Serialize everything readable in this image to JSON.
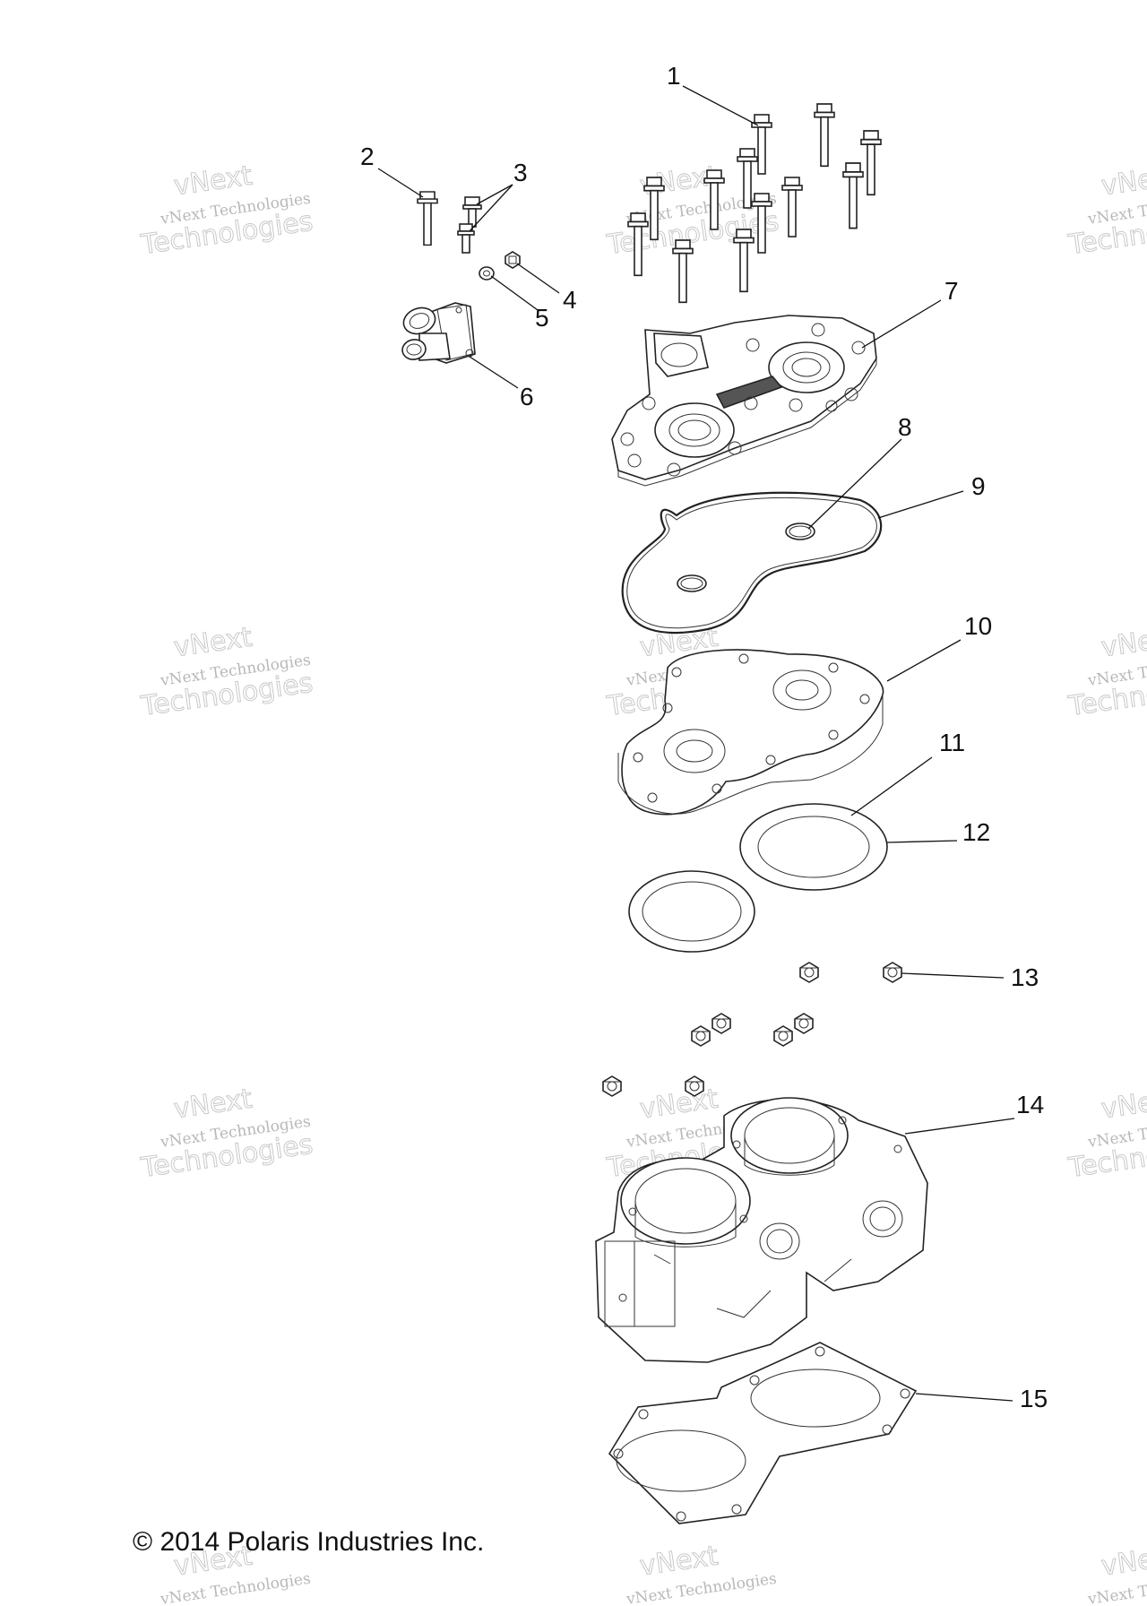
{
  "copyright": "© 2014 Polaris Industries Inc.",
  "watermark": {
    "small": "vNext Technologies",
    "large": "Technologies",
    "top": "vNext"
  },
  "callouts": [
    {
      "id": "1",
      "label": "1"
    },
    {
      "id": "2",
      "label": "2"
    },
    {
      "id": "3",
      "label": "3"
    },
    {
      "id": "4",
      "label": "4"
    },
    {
      "id": "5",
      "label": "5"
    },
    {
      "id": "6",
      "label": "6"
    },
    {
      "id": "7",
      "label": "7"
    },
    {
      "id": "8",
      "label": "8"
    },
    {
      "id": "9",
      "label": "9"
    },
    {
      "id": "10",
      "label": "10"
    },
    {
      "id": "11",
      "label": "11"
    },
    {
      "id": "12",
      "label": "12"
    },
    {
      "id": "13",
      "label": "13"
    },
    {
      "id": "14",
      "label": "14"
    },
    {
      "id": "15",
      "label": "15"
    }
  ]
}
